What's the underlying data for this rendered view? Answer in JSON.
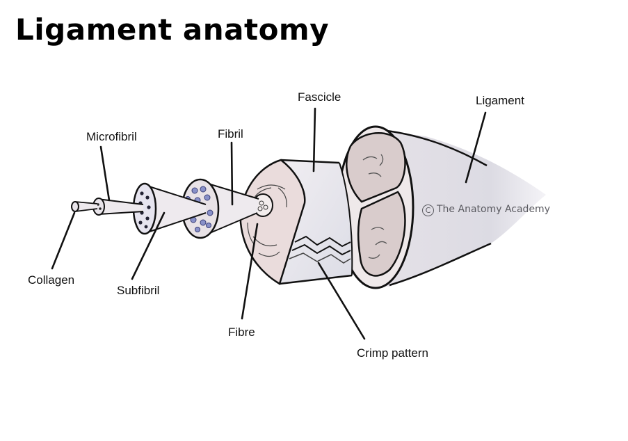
{
  "title": "Ligament anatomy",
  "labels": {
    "ligament": "Ligament",
    "fascicle": "Fascicle",
    "fibril": "Fibril",
    "microfibril": "Microfibril",
    "collagen": "Collagen",
    "subfibril": "Subfibril",
    "fibre": "Fibre",
    "crimp_pattern": "Crimp pattern"
  },
  "watermark": {
    "symbol": "C",
    "text": "The Anatomy Academy"
  },
  "colors": {
    "ink": "#111111",
    "tissue_fill": "#ece8ec",
    "tissue_shade": "#d4d2da",
    "fascicle_fill": "#dcd2d2",
    "subfibril_dots": "#333344",
    "fibril_dots": "#6a74b0"
  }
}
